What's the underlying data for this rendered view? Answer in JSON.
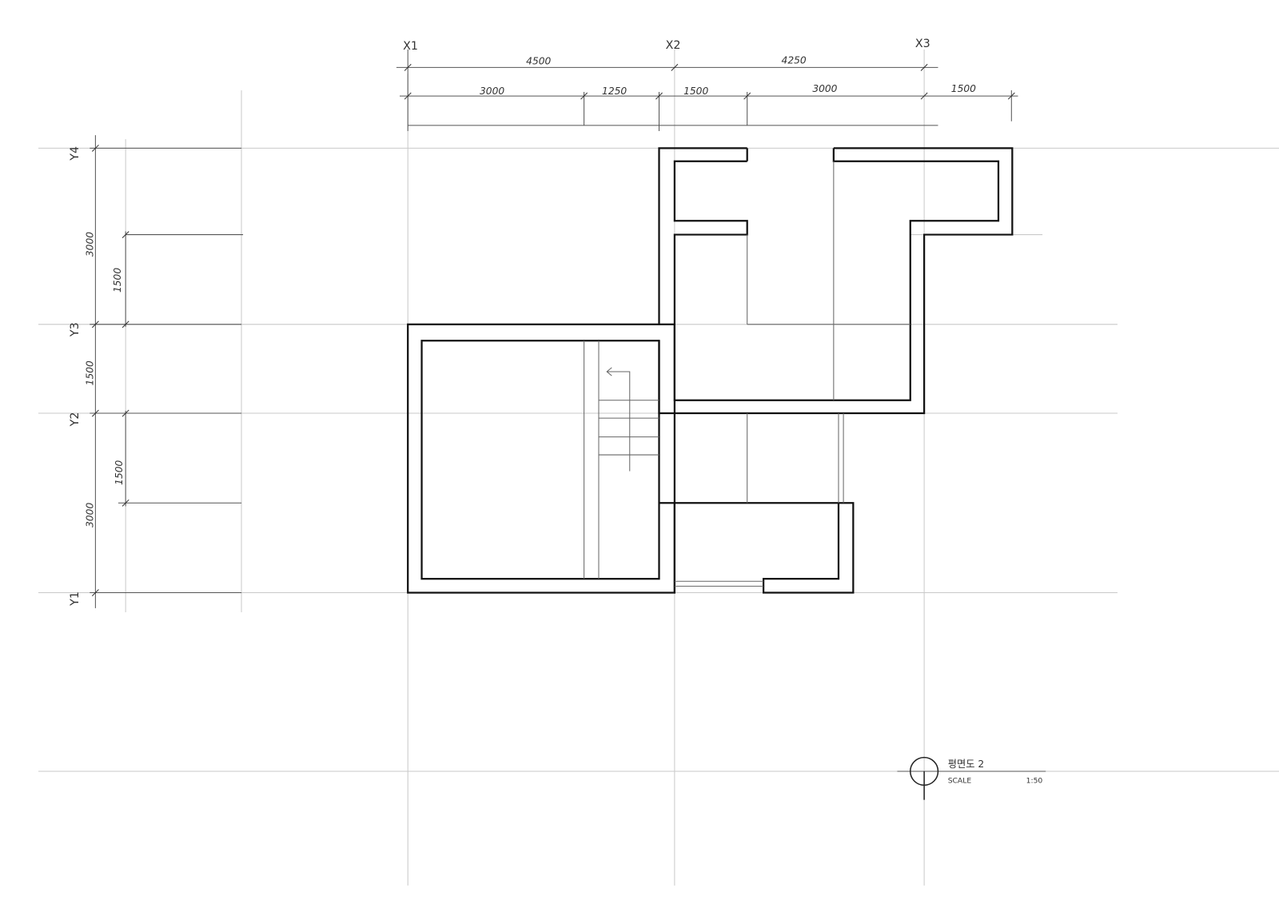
{
  "drawing": {
    "grid_axes": {
      "x": [
        "X1",
        "X2",
        "X3"
      ],
      "y": [
        "Y1",
        "Y2",
        "Y3",
        "Y4"
      ]
    },
    "dimensions_top_overall": [
      "4500",
      "4250"
    ],
    "dimensions_top_detail": [
      "3000",
      "1250",
      "1500",
      "3000",
      "1500"
    ],
    "dimensions_left_overall": [
      "3000",
      "1500",
      "3000"
    ],
    "dimensions_left_detail": [
      "1500",
      "1500"
    ],
    "title_block": {
      "title": "평면도 2",
      "scale_label": "SCALE",
      "scale_value": "1:50"
    }
  }
}
